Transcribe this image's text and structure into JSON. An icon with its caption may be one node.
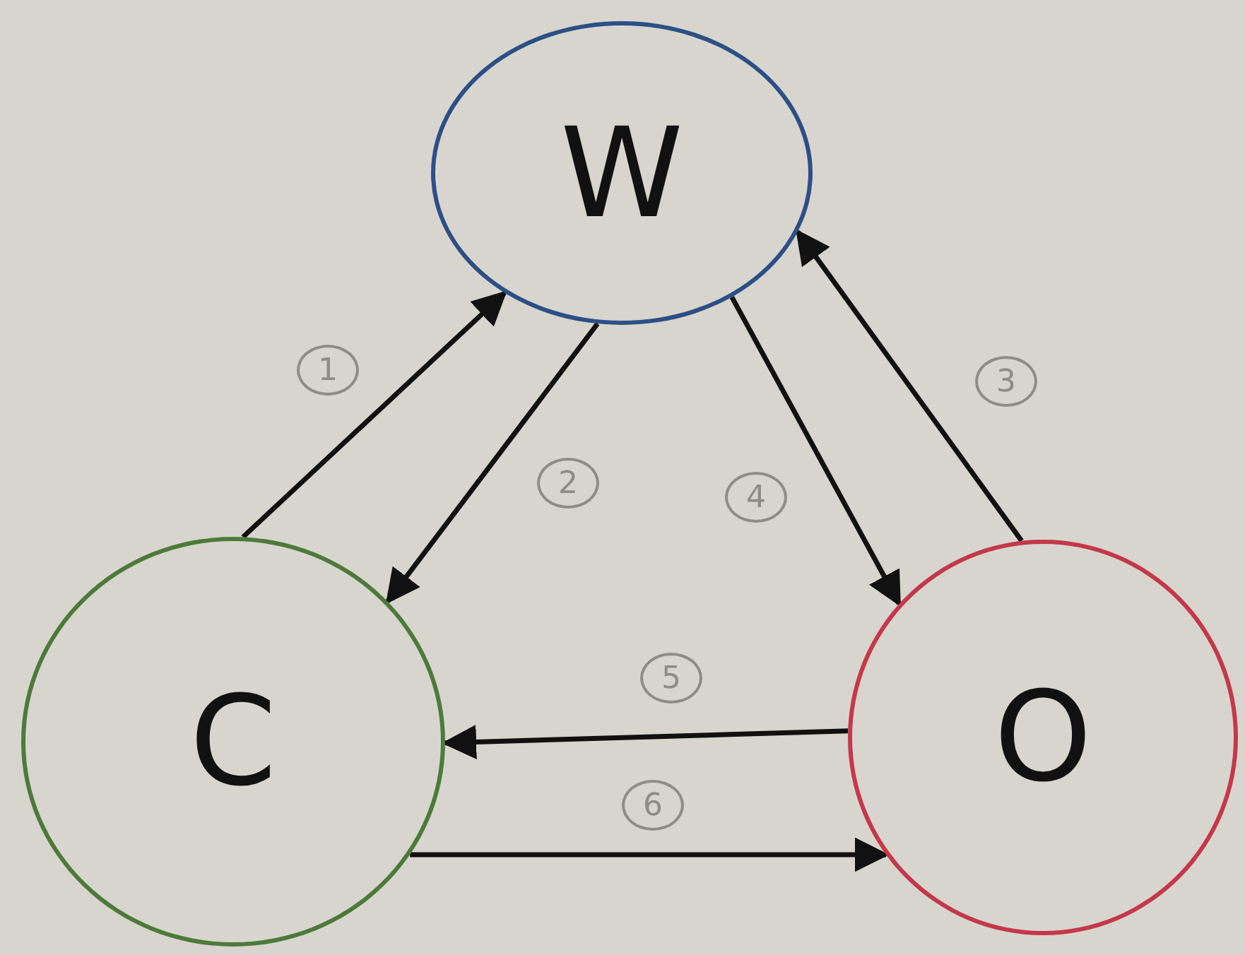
{
  "diagram": {
    "nodes": [
      {
        "text": [
          "W"
        ]
      },
      {
        "text": [
          "C"
        ]
      },
      {
        "text": [
          "O"
        ]
      }
    ],
    "edges": [
      {
        "from": 1,
        "to": 0,
        "arrow": "to",
        "label": "1"
      },
      {
        "from": 0,
        "to": 1,
        "arrow": "to",
        "label": "2"
      },
      {
        "from": 2,
        "to": 0,
        "arrow": "to",
        "label": "3"
      },
      {
        "from": 0,
        "to": 2,
        "arrow": "to",
        "label": "4"
      },
      {
        "from": 2,
        "to": 1,
        "arrow": "to",
        "label": "5"
      },
      {
        "from": 1,
        "to": 2,
        "arrow": "to",
        "label": "6"
      }
    ]
  }
}
